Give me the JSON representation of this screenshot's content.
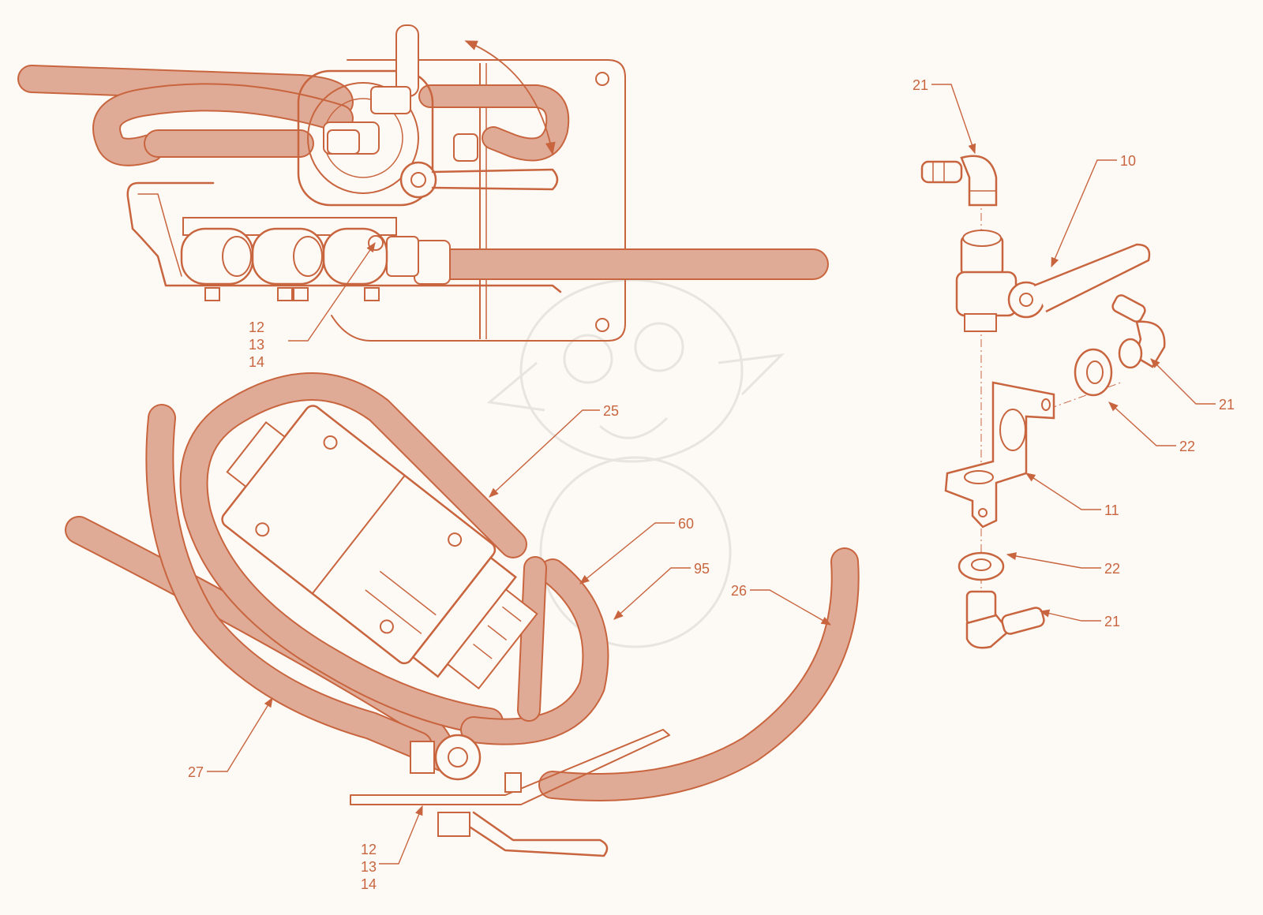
{
  "colors": {
    "line": "#c8653f",
    "hose": "#e0ab96",
    "background": "#fdfaf5",
    "watermark": "#e8e4df"
  },
  "callouts": {
    "top_12_13_14": [
      "12",
      "13",
      "14"
    ],
    "bottom_12_13_14": [
      "12",
      "13",
      "14"
    ],
    "c25": "25",
    "c26": "26",
    "c27": "27",
    "c60": "60",
    "c95": "95",
    "c10": "10",
    "c11": "11",
    "c21a": "21",
    "c21b": "21",
    "c21c": "21",
    "c22a": "22",
    "c22b": "22"
  }
}
